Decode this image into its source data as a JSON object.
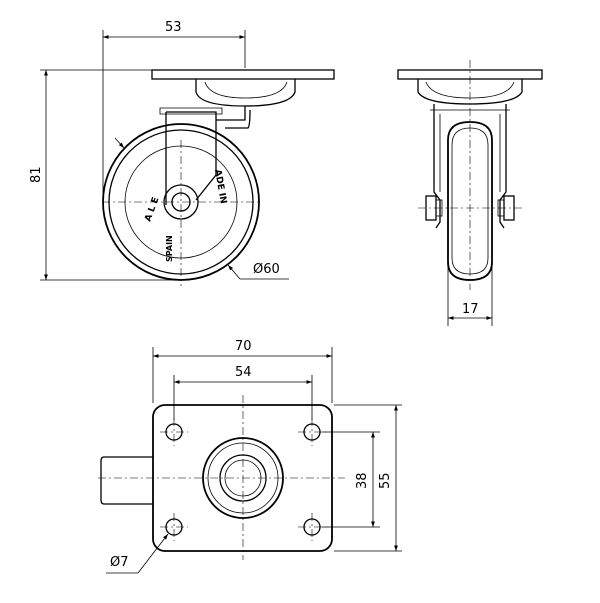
{
  "dimensions": {
    "side_width": "53",
    "overall_height": "81",
    "wheel_diameter": "Ø60",
    "wheel_width": "17",
    "plate_length": "70",
    "hole_spacing_long": "54",
    "hole_spacing_short": "38",
    "plate_width": "55",
    "hole_diameter": "Ø7"
  },
  "wheel_markings": {
    "left_text": "A L E",
    "right_text": "ADE IN",
    "bottom_text": "SPAIN"
  }
}
